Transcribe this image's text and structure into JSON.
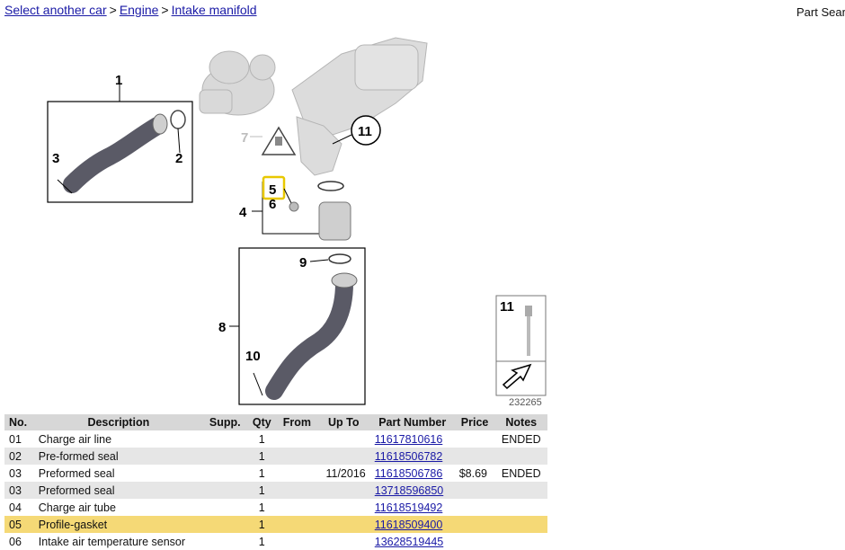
{
  "breadcrumb": {
    "select_car": "Select another car",
    "engine": "Engine",
    "intake": "Intake manifold",
    "separator": ">"
  },
  "part_search_label": "Part Search",
  "diagram": {
    "callouts": {
      "c1": "1",
      "c2": "2",
      "c3": "3",
      "c4": "4",
      "c5": "5",
      "c6": "6",
      "c7": "7",
      "c8": "8",
      "c9": "9",
      "c10": "10",
      "c11": "11"
    },
    "inset_label": "11",
    "ref_number": "232265"
  },
  "table": {
    "headers": [
      "No.",
      "Description",
      "Supp.",
      "Qty",
      "From",
      "Up To",
      "Part Number",
      "Price",
      "Notes"
    ],
    "rows": [
      {
        "no": "01",
        "desc": "Charge air line",
        "supp": "",
        "qty": "1",
        "from": "",
        "upto": "",
        "pn": "11617810616",
        "price": "",
        "notes": "ENDED"
      },
      {
        "no": "02",
        "desc": "Pre-formed seal",
        "supp": "",
        "qty": "1",
        "from": "",
        "upto": "",
        "pn": "11618506782",
        "price": "",
        "notes": ""
      },
      {
        "no": "03",
        "desc": "Preformed seal",
        "supp": "",
        "qty": "1",
        "from": "",
        "upto": "11/2016",
        "pn": "11618506786",
        "price": "$8.69",
        "notes": "ENDED"
      },
      {
        "no": "03",
        "desc": "Preformed seal",
        "supp": "",
        "qty": "1",
        "from": "",
        "upto": "",
        "pn": "13718596850",
        "price": "",
        "notes": ""
      },
      {
        "no": "04",
        "desc": "Charge air tube",
        "supp": "",
        "qty": "1",
        "from": "",
        "upto": "",
        "pn": "11618519492",
        "price": "",
        "notes": ""
      },
      {
        "no": "05",
        "desc": "Profile-gasket",
        "supp": "",
        "qty": "1",
        "from": "",
        "upto": "",
        "pn": "11618509400",
        "price": "",
        "notes": ""
      },
      {
        "no": "06",
        "desc": "Intake air temperature sensor",
        "supp": "",
        "qty": "1",
        "from": "",
        "upto": "",
        "pn": "13628519445",
        "price": "",
        "notes": ""
      }
    ]
  },
  "colors": {
    "link": "#1a1aa6",
    "header_bg": "#d7d7d7",
    "row_alt": "#e6e6e6",
    "highlight": "#f5d976",
    "callout_highlight": "#e8c800"
  }
}
